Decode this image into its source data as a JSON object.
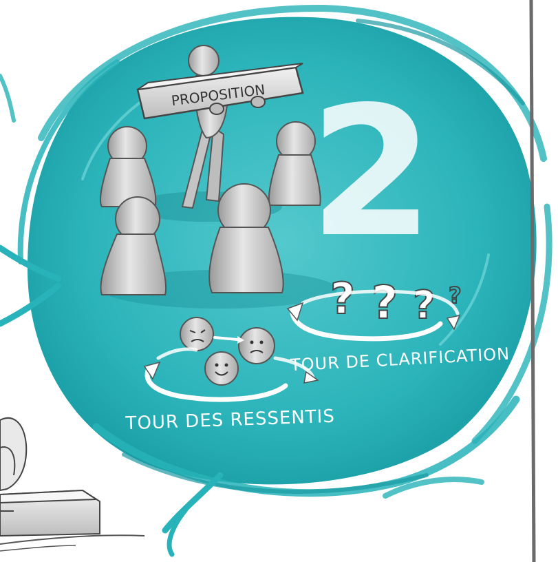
{
  "labels": {
    "proposition": "PROPOSITION",
    "step_number": "2",
    "clarification_round": "TOUR DE CLARIFICATION",
    "feelings_round": "TOUR DES RESSENTIS"
  },
  "colors": {
    "teal": "#27b3b9",
    "teal_dark": "#1a9aa3",
    "teal_light": "#5cd0d4",
    "figure_gray": "#c9c9c9",
    "figure_shadow": "#8d8d8d",
    "ink": "#3a3a3a",
    "divider": "#6b6b6b",
    "paper": "#ffffff"
  },
  "icons": {
    "question_marks": [
      "question-mark-icon",
      "question-mark-icon",
      "question-mark-icon",
      "question-mark-icon"
    ],
    "cycle_arrows": [
      "circular-arrow-icon",
      "circular-arrow-icon"
    ]
  }
}
